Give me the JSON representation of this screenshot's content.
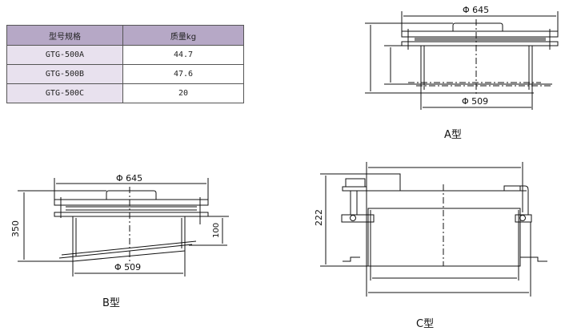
{
  "table": {
    "headers": [
      "型号规格",
      "质量kg"
    ],
    "rows": [
      [
        "GTG-500A",
        "44.7"
      ],
      [
        "GTG-500B",
        "47.6"
      ],
      [
        "GTG-500C",
        "20"
      ]
    ]
  },
  "drawings": {
    "a": {
      "caption": "A型",
      "top_dim": "Φ 645",
      "bottom_dim": "Φ 509"
    },
    "b": {
      "caption": "B型",
      "top_dim": "Φ 645",
      "bottom_dim": "Φ 509",
      "height_dim": "350",
      "side_dim": "100"
    },
    "c": {
      "caption": "C型",
      "height_dim": "222"
    }
  }
}
